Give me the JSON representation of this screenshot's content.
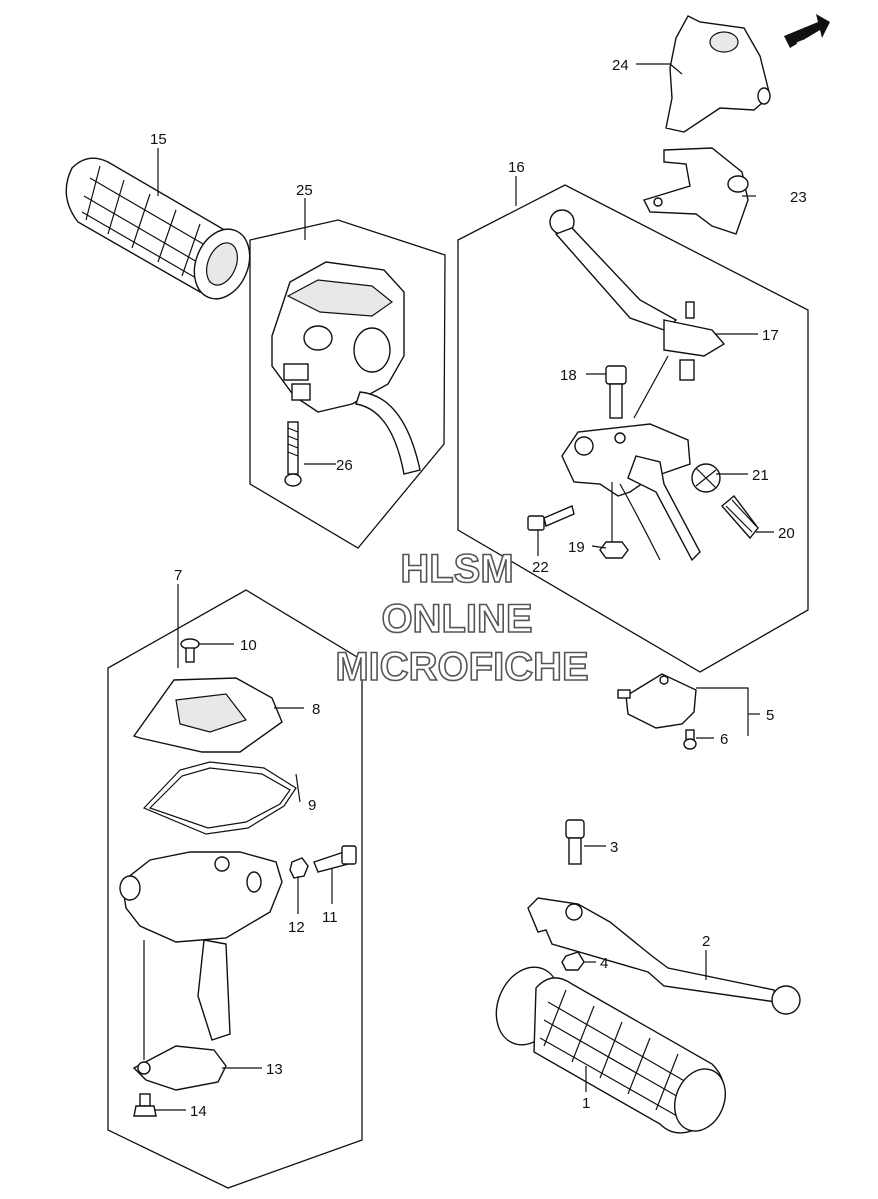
{
  "watermark": {
    "line1": "HLSM",
    "line2": "ONLINE",
    "line3": "MICROFICHE"
  },
  "fwd_label": "FWD",
  "callouts": {
    "c1": "1",
    "c2": "2",
    "c3": "3",
    "c4": "4",
    "c5": "5",
    "c6": "6",
    "c7": "7",
    "c8": "8",
    "c9": "9",
    "c10": "10",
    "c11": "11",
    "c12": "12",
    "c13": "13",
    "c14": "14",
    "c15": "15",
    "c16": "16",
    "c17": "17",
    "c18": "18",
    "c19": "19",
    "c20": "20",
    "c21": "21",
    "c22": "22",
    "c23": "23",
    "c24": "24",
    "c25": "25",
    "c26": "26"
  }
}
